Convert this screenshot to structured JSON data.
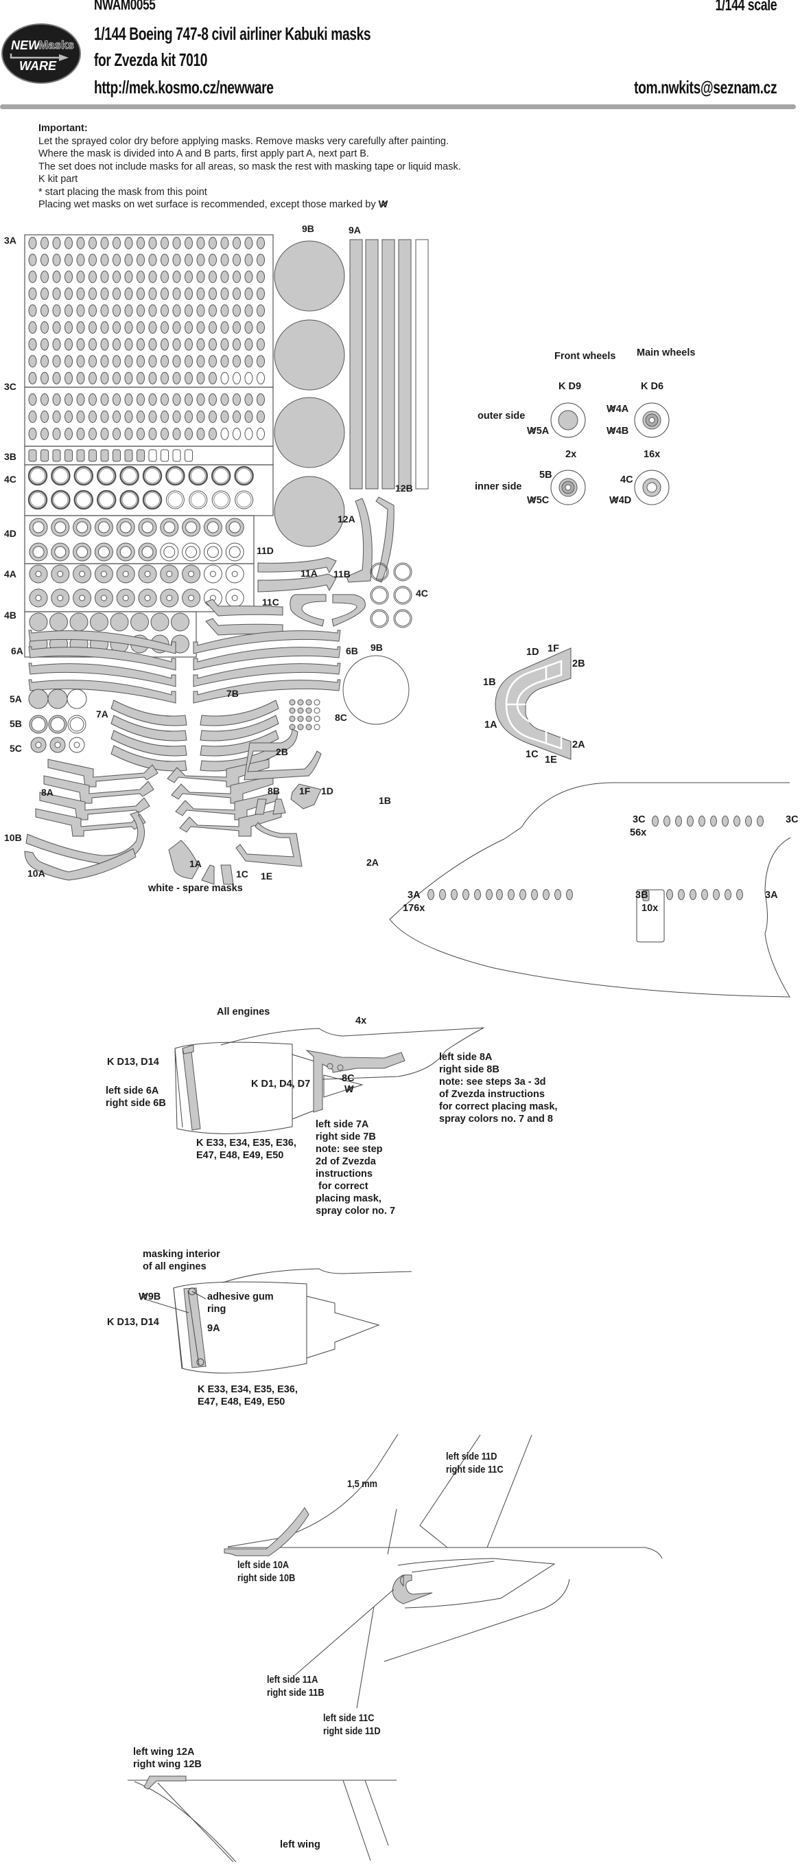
{
  "header": {
    "product_code": "NWAM0055",
    "title": "1/144 Boeing 747-8 civil airliner Kabuki masks",
    "kit": "for Zvezda kit 7010",
    "url": "http://mek.kosmo.cz/newware",
    "scale": "1/144 scale",
    "email": "tom.nwkits@seznam.cz",
    "logo": {
      "line1": "NEW",
      "line2": "Masks",
      "line3": "WARE"
    }
  },
  "instructions": {
    "heading": "Important:",
    "lines": [
      "Let the sprayed color dry before applying masks. Remove masks very carefully after painting.",
      "Where the mask is divided into A and B parts, first apply part A, next part B.",
      "The set does not include masks for all areas, so mask the rest with masking tape or liquid mask.",
      "K kit part",
      "*  start placing the mask from this point",
      "Placing wet masks on wet surface is recommended, except those marked by"
    ],
    "w_mark": "W"
  },
  "mask_sheet": {
    "labels": {
      "3A": "3A",
      "3C": "3C",
      "3B": "3B",
      "4C": "4C",
      "4D": "4D",
      "4A": "4A",
      "4B": "4B",
      "9B": "9B",
      "9A": "9A",
      "12A": "12A",
      "12B": "12B",
      "11D": "11D",
      "11A": "11A",
      "11B": "11B",
      "11C": "11C",
      "6A": "6A",
      "6B": "6B",
      "5A": "5A",
      "5B": "5B",
      "5C": "5C",
      "7A": "7A",
      "7B": "7B",
      "8C": "8C",
      "8A": "8A",
      "8B": "8B",
      "2B": "2B",
      "2A": "2A",
      "10B": "10B",
      "10A": "10A",
      "1A": "1A",
      "1B": "1B",
      "1C": "1C",
      "1D": "1D",
      "1E": "1E",
      "1F": "1F"
    },
    "rows": {
      "3A": {
        "rows": 9,
        "cols": 20,
        "spare_last_row": 4
      },
      "3C": {
        "rows": 3,
        "cols": 20,
        "spare_last_row": 4
      },
      "3B": {
        "filled": 10,
        "spare": 4
      },
      "4C": {
        "rows": 2,
        "cols": 10,
        "thin_last_row": 4
      },
      "4D": {
        "rows": 2,
        "cols": 10,
        "spare_last_row": 4
      },
      "4A": {
        "rows": 2,
        "cols": 10,
        "spare_each_row": 2
      },
      "4B": {
        "rows": 2,
        "cols": 8
      }
    },
    "legend": "white - spare masks"
  },
  "wheels": {
    "front_title": "Front wheels",
    "main_title": "Main wheels",
    "front_kit": "K D9",
    "main_kit": "K D6",
    "outer_side": "outer side",
    "inner_side": "inner side",
    "front_count": "2x",
    "main_count": "16x",
    "w5a": "5A",
    "w4a": "4A",
    "w4b": "4B",
    "b5b": "5B",
    "w5c": "5C",
    "b4c": "4C",
    "w4d": "4D"
  },
  "cockpit": {
    "labels": [
      "1D",
      "1F",
      "2B",
      "1B",
      "1A",
      "1C",
      "1E",
      "2A"
    ]
  },
  "fuselage": {
    "upper_label": "3C",
    "upper_count": "56x",
    "upper_label_end": "3C",
    "main_label": "3A",
    "main_count": "176x",
    "door_label": "3B",
    "door_count": "10x",
    "main_label_end": "3A"
  },
  "engine_outer": {
    "title": "All engines",
    "count": "4x",
    "intake_kit": "K D13, D14",
    "intake_mask": [
      "left side 6A",
      "right side 6B"
    ],
    "core_kit": "K D1, D4, D7",
    "plug_label": "8C",
    "plug_w": "W",
    "cowl_kit": [
      "K E33, E34, E35, E36,",
      "E47, E48, E49, E50"
    ],
    "fan_note": [
      "left side 7A",
      "right side 7B",
      "note: see step",
      "2d of Zvezda",
      "instructions",
      " for correct",
      "placing mask,",
      "spray color no. 7"
    ],
    "pylon_note": [
      "left side 8A",
      "right side 8B",
      "note: see steps 3a - 3d",
      "of Zvezda instructions",
      "for correct placing mask,",
      "spray colors no. 7 and 8"
    ]
  },
  "engine_interior": {
    "title": [
      "masking interior",
      "of all engines"
    ],
    "w9b": "9B",
    "gum": [
      "adhesive gum",
      "ring"
    ],
    "mask_9a": "9A",
    "intake_kit": "K D13, D14",
    "cowl_kit": [
      "K E33, E34, E35, E36,",
      "E47, E48, E49, E50"
    ]
  },
  "wing_root": {
    "dimension": "1,5 mm",
    "mask10": [
      "left side 10A",
      "right side 10B"
    ],
    "mask11dc": [
      "left side 11D",
      "right side 11C"
    ],
    "mask11ab": [
      "left side 11A",
      "right side 11B"
    ],
    "mask11cd": [
      "left side 11C",
      "right side 11D"
    ]
  },
  "wing": {
    "mask12": [
      "left wing 12A",
      "right wing 12B"
    ],
    "label": "left wing"
  },
  "colors": {
    "mask_fill": "#c8c8c8",
    "outline": "#444444",
    "rule": "#a6a6a6"
  }
}
